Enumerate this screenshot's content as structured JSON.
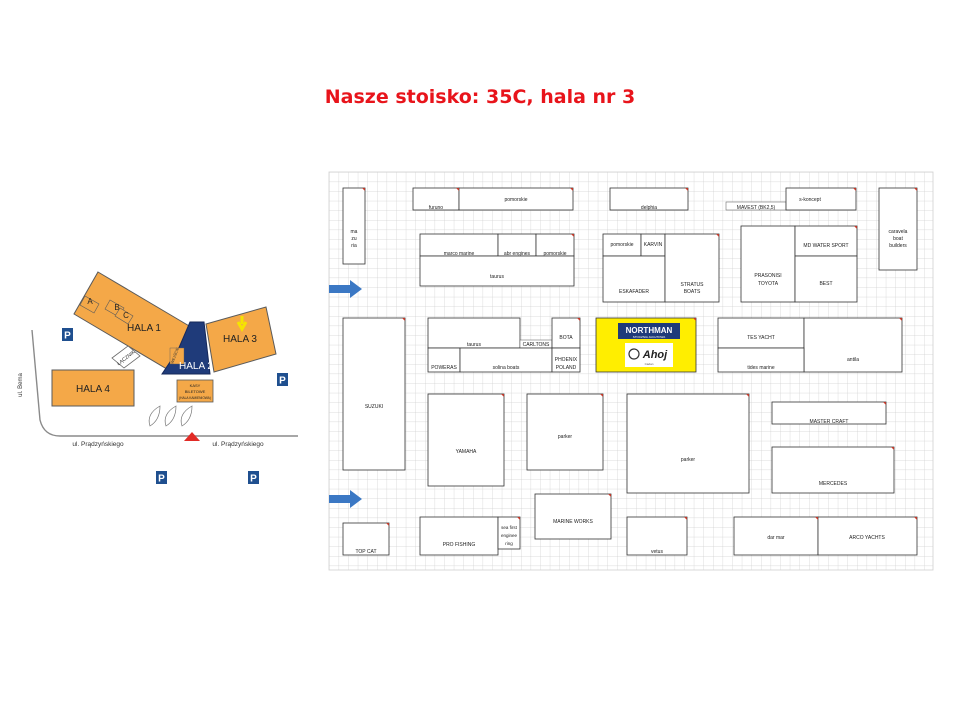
{
  "title": "Nasze stoisko: 35C, hala nr 3",
  "colors": {
    "hall": "#f4a848",
    "hall_outline": "#5a5a5a",
    "navy": "#1f3b7a",
    "arrow_blue": "#3b78c4",
    "parking": "#1f4f8f",
    "red_marker": "#e12b26",
    "highlight": "#ffee00",
    "grid": "#cfcfcf",
    "title_red": "#e8141b"
  },
  "site_map": {
    "halls": {
      "hala1": "HALA 1",
      "hala2": "HALA 2",
      "hala3": "HALA 3",
      "hala4": "HALA 4"
    },
    "sub_areas": [
      "A",
      "B",
      "C"
    ],
    "kasy_line1": "KASY",
    "kasy_line2": "BILETOWE",
    "kasy_line3": "(HALA KAMIENIOWA)",
    "lacznik": "ŁĄCZNIK",
    "entrance": "WEJŚCIE",
    "streets": {
      "bema": "ul. Bema",
      "pradzynskiego_left": "ul. Prądzyńskiego",
      "pradzynskiego_right": "ul. Prądzyńskiego"
    },
    "parking_label": "P",
    "arrow_icon": "down-arrow-icon"
  },
  "floor_plan": {
    "booths": {
      "masura_1": "ma",
      "masura_2": "zu",
      "masura_3": "ria",
      "furuno": "furuno",
      "pomorskie_top": "pomorskie",
      "delphia": "delphia",
      "mavest": "MAVEST (BK2,5)",
      "sikoncept": "s-koncept",
      "caravela_1": "caravela",
      "caravela_2": "boat",
      "caravela_3": "builders",
      "marco_marine": "marco marine",
      "abr_engines": "abr engines",
      "pomorskie_mid": "pomorskie",
      "taurus_top": "taurus",
      "pomorskie_left": "pomorskie",
      "karvin": "KARVIN",
      "eskafader": "ESKAFADER",
      "stratus_1": "STRATUS",
      "stratus_2": "BOATS",
      "prasonisi_1": "PRASONISI",
      "prasonisi_2": "TOYOTA",
      "md_water": "MD WATER SPORT",
      "best": "BEST",
      "suzuki": "SUZUKI",
      "taurus_mid": "taurus",
      "carltons": "CARLTONS",
      "bota": "BOTA",
      "poweras": "POWERAS",
      "solina": "solina boats",
      "phoenix_1": "PHOENIX",
      "phoenix_2": "POLAND",
      "tes_yacht": "TES YACHT",
      "antila": "antila",
      "tides_marine": "tides marine",
      "yamaha": "YAMAHA",
      "parker_small": "parker",
      "parker_large": "parker",
      "master_craft": "MASTER CRAFT",
      "mercedes": "MERCEDES",
      "marine_works": "MARINE WORKS",
      "top_cat": "TOP CAT",
      "pro_fishing": "PRO FISHING",
      "seafirst_1": "sea first",
      "seafirst_2": "enginee",
      "seafirst_3": "ring",
      "vetus": "vetus",
      "dar_mar": "dar mar",
      "arco": "ARCO YACHTS"
    },
    "highlight": {
      "brand": "NORTHMAN",
      "tagline": "STOCZNIA JACHTOWA",
      "logo": "Ahoj",
      "logo_sub": "Cadan"
    },
    "entrance_arrows": [
      "right-arrow-icon",
      "right-arrow-icon"
    ]
  }
}
